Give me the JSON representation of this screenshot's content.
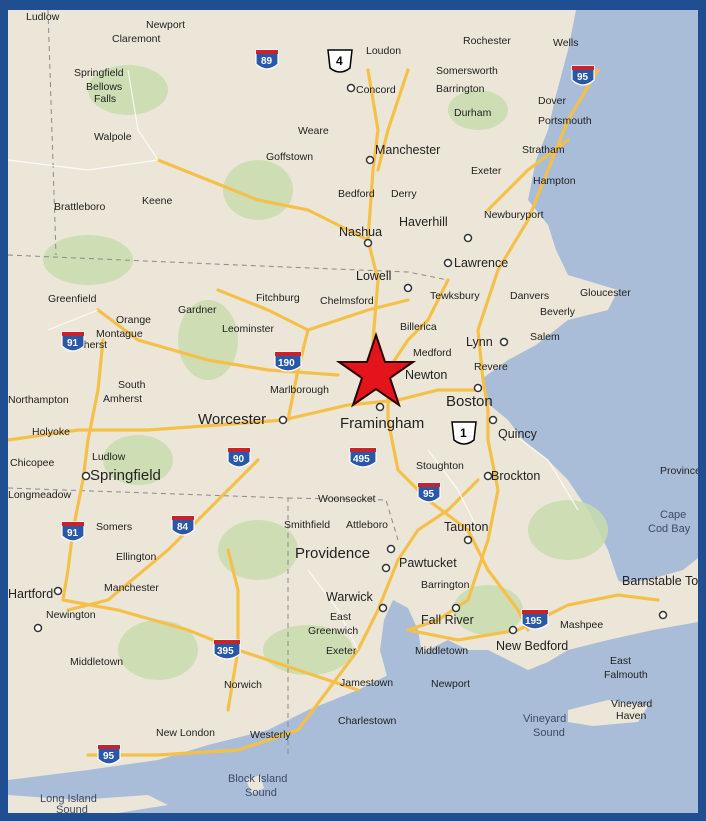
{
  "map": {
    "water_labels": [
      {
        "id": "long-island-sound-1",
        "text": "Long Island"
      },
      {
        "id": "long-island-sound-2",
        "text": "Sound"
      },
      {
        "id": "block-island-sound-1",
        "text": "Block Island"
      },
      {
        "id": "block-island-sound-2",
        "text": "Sound"
      },
      {
        "id": "vineyard-sound-1",
        "text": "Vineyard"
      },
      {
        "id": "vineyard-sound-2",
        "text": "Sound"
      },
      {
        "id": "cape-cod-bay-1",
        "text": "Cape"
      },
      {
        "id": "cape-cod-bay-2",
        "text": "Cod Bay"
      }
    ],
    "major_cities": [
      "Boston",
      "Worcester",
      "Providence",
      "Springfield",
      "Framingham",
      "Manchester",
      "Nashua",
      "Lowell",
      "Lawrence",
      "Haverhill",
      "Quincy",
      "Brockton",
      "Taunton",
      "Pawtucket",
      "Warwick",
      "Fall River",
      "New Bedford",
      "Hartford",
      "Concord",
      "Newton",
      "Lynn",
      "Barnstable Town"
    ],
    "towns": [
      "Ludlow",
      "Newport",
      "Claremont",
      "Springfield",
      "Bellows",
      "Falls",
      "Walpole",
      "Loudon",
      "Rochester",
      "Wells",
      "Somersworth",
      "Barrington",
      "Dover",
      "Durham",
      "Portsmouth",
      "Weare",
      "Goffstown",
      "Stratham",
      "Exeter",
      "Hampton",
      "Bedford",
      "Derry",
      "Keene",
      "Brattleboro",
      "Newburyport",
      "Greenfield",
      "Orange",
      "Montague",
      "Gardner",
      "Fitchburg",
      "Leominster",
      "Chelmsford",
      "Tewksbury",
      "Danvers",
      "Gloucester",
      "Beverly",
      "Salem",
      "Billerica",
      "Medford",
      "Revere",
      "Amherst",
      "South",
      "Amherst",
      "Northampton",
      "Holyoke",
      "Marlborough",
      "Ludlow",
      "Chicopee",
      "Longmeadow",
      "Stoughton",
      "Woonsocket",
      "Somers",
      "Ellington",
      "Smithfield",
      "Attleboro",
      "Manchester",
      "Newington",
      "Barrington",
      "Middletown",
      "East",
      "Greenwich",
      "Exeter",
      "Middletown",
      "Norwich",
      "Jamestown",
      "Newport",
      "Charlestown",
      "New London",
      "Westerly",
      "Mashpee",
      "East",
      "Falmouth",
      "Vineyard",
      "Haven",
      "Province"
    ],
    "highways": [
      {
        "id": "i89",
        "type": "interstate",
        "number": "89"
      },
      {
        "id": "us4",
        "type": "us",
        "number": "4"
      },
      {
        "id": "i95-north",
        "type": "interstate",
        "number": "95"
      },
      {
        "id": "i91-north",
        "type": "interstate",
        "number": "91"
      },
      {
        "id": "i190",
        "type": "interstate",
        "number": "190"
      },
      {
        "id": "i90",
        "type": "interstate",
        "number": "90"
      },
      {
        "id": "i495",
        "type": "interstate",
        "number": "495"
      },
      {
        "id": "us1",
        "type": "us",
        "number": "1"
      },
      {
        "id": "i95-mid",
        "type": "interstate",
        "number": "95"
      },
      {
        "id": "i91-south",
        "type": "interstate",
        "number": "91"
      },
      {
        "id": "i84",
        "type": "interstate",
        "number": "84"
      },
      {
        "id": "i395",
        "type": "interstate",
        "number": "395"
      },
      {
        "id": "i195",
        "type": "interstate",
        "number": "195"
      },
      {
        "id": "i95-south",
        "type": "interstate",
        "number": "95"
      }
    ],
    "marker": {
      "name": "location-star",
      "color": "#e3141b"
    },
    "colors": {
      "land": "#ece6d8",
      "water": "#a9bdd8",
      "forest": "#c9dcae",
      "highway": "#f5c04a",
      "frame": "#1f4e91",
      "accent": "#f2b51b"
    }
  }
}
